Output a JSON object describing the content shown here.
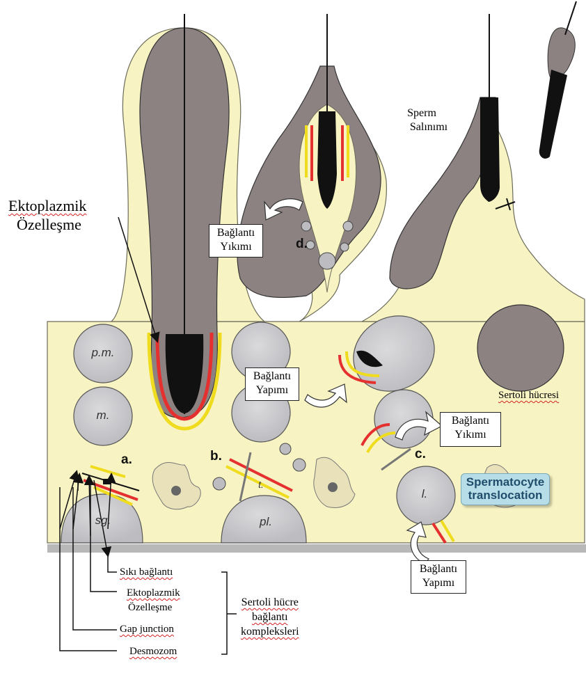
{
  "labels": {
    "ectoplasmic_heading_line1": "Ektoplazmik",
    "ectoplasmic_heading_line2": "Özelleşme",
    "sperm_release_line1": "Sperm",
    "sperm_release_line2": "Salınımı",
    "disassembly_top_line1": "Bağlantı",
    "disassembly_top_line2": "Yıkımı",
    "assembly_mid_line1": "Bağlantı",
    "assembly_mid_line2": "Yapımı",
    "disassembly_right_line1": "Bağlantı",
    "disassembly_right_line2": "Yıkımı",
    "assembly_bottom_line1": "Bağlantı",
    "assembly_bottom_line2": "Yapımı",
    "sertoli_cell": "Sertoli hücresi",
    "spermatocyte_translocation_line1": "Spermatocyte",
    "spermatocyte_translocation_line2": "translocation"
  },
  "cells": {
    "pm": "p.m.",
    "m": "m.",
    "sg": "sg.",
    "pl": "pl.",
    "l": "l.",
    "t": "t."
  },
  "stage_letters": {
    "a": "a.",
    "b": "b.",
    "c": "c.",
    "d": "d."
  },
  "legend": {
    "items": [
      "Sıkı bağlantı",
      "Ektoplazmik",
      "Özelleşme",
      "Gap junction",
      "Desmozom"
    ],
    "group_line1": "Sertoli hücre",
    "group_line2": "bağlantı",
    "group_line3": "kompleksleri"
  },
  "colors": {
    "sertoli_cytoplasm": "#f7f3c2",
    "germ_cell_dark": "#8d8282",
    "germ_cell_light": "#cfcfd2",
    "nucleus_black": "#111111",
    "tight_junction_red": "#e53030",
    "ectoplasmic_yellow": "#f0dc1e",
    "basement_membrane": "#b8b8b8",
    "translocation_box": "#b7dde8"
  }
}
